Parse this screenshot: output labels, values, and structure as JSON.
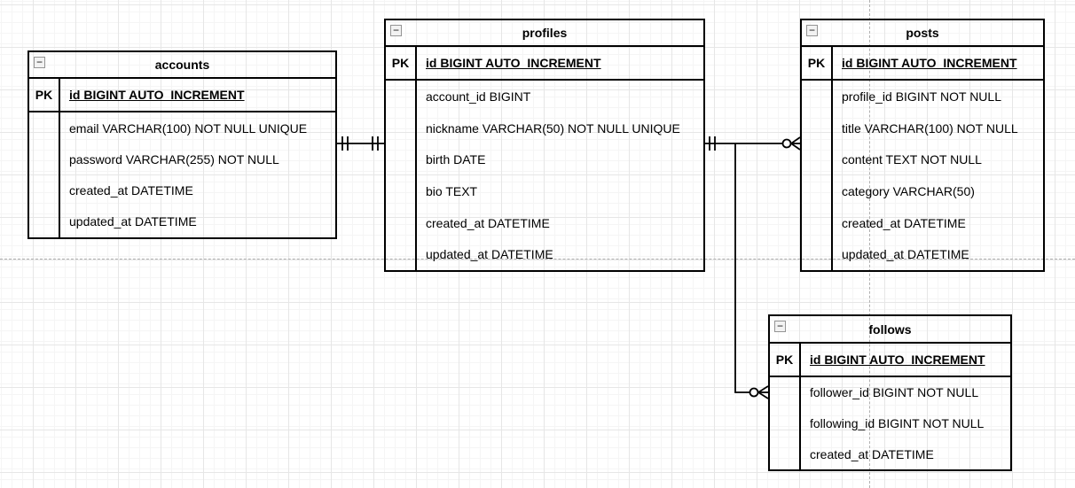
{
  "ui": {
    "collapse_glyph": "−",
    "line_color": "#000000",
    "grid_minor_color": "#f5f5f5",
    "grid_major_color": "#e6e6e6",
    "page_divider_color": "#b0b0b0",
    "table_border_color": "#000000",
    "table_fill": "transparent"
  },
  "tables": [
    {
      "name": "accounts",
      "pk_label": "PK",
      "pk_field": "id BIGINT AUTO_INCREMENT",
      "fields": [
        "email VARCHAR(100) NOT NULL UNIQUE",
        "password VARCHAR(255) NOT NULL",
        "created_at DATETIME",
        "updated_at DATETIME"
      ]
    },
    {
      "name": "profiles",
      "pk_label": "PK",
      "pk_field": "id BIGINT AUTO_INCREMENT",
      "fields": [
        "account_id BIGINT",
        "nickname VARCHAR(50) NOT NULL UNIQUE",
        "birth DATE",
        "bio TEXT",
        "created_at DATETIME",
        "updated_at DATETIME"
      ]
    },
    {
      "name": "posts",
      "pk_label": "PK",
      "pk_field": "id BIGINT AUTO_INCREMENT",
      "fields": [
        "profile_id BIGINT NOT NULL",
        "title VARCHAR(100) NOT NULL",
        "content TEXT NOT NULL",
        "category VARCHAR(50)",
        "created_at DATETIME",
        "updated_at DATETIME"
      ]
    },
    {
      "name": "follows",
      "pk_label": "PK",
      "pk_field": "id BIGINT AUTO_INCREMENT",
      "fields": [
        "follower_id BIGINT NOT NULL",
        "following_id BIGINT NOT NULL",
        "created_at DATETIME"
      ]
    }
  ],
  "relationships": [
    {
      "from_table": "accounts",
      "to_table": "profiles",
      "from_cardinality": "exactly-one",
      "to_cardinality": "exactly-one"
    },
    {
      "from_table": "profiles",
      "to_table": "posts",
      "from_cardinality": "exactly-one",
      "to_cardinality": "zero-or-many"
    },
    {
      "from_table": "profiles",
      "to_table": "follows",
      "from_cardinality": "exactly-one",
      "to_cardinality": "zero-or-many"
    }
  ]
}
